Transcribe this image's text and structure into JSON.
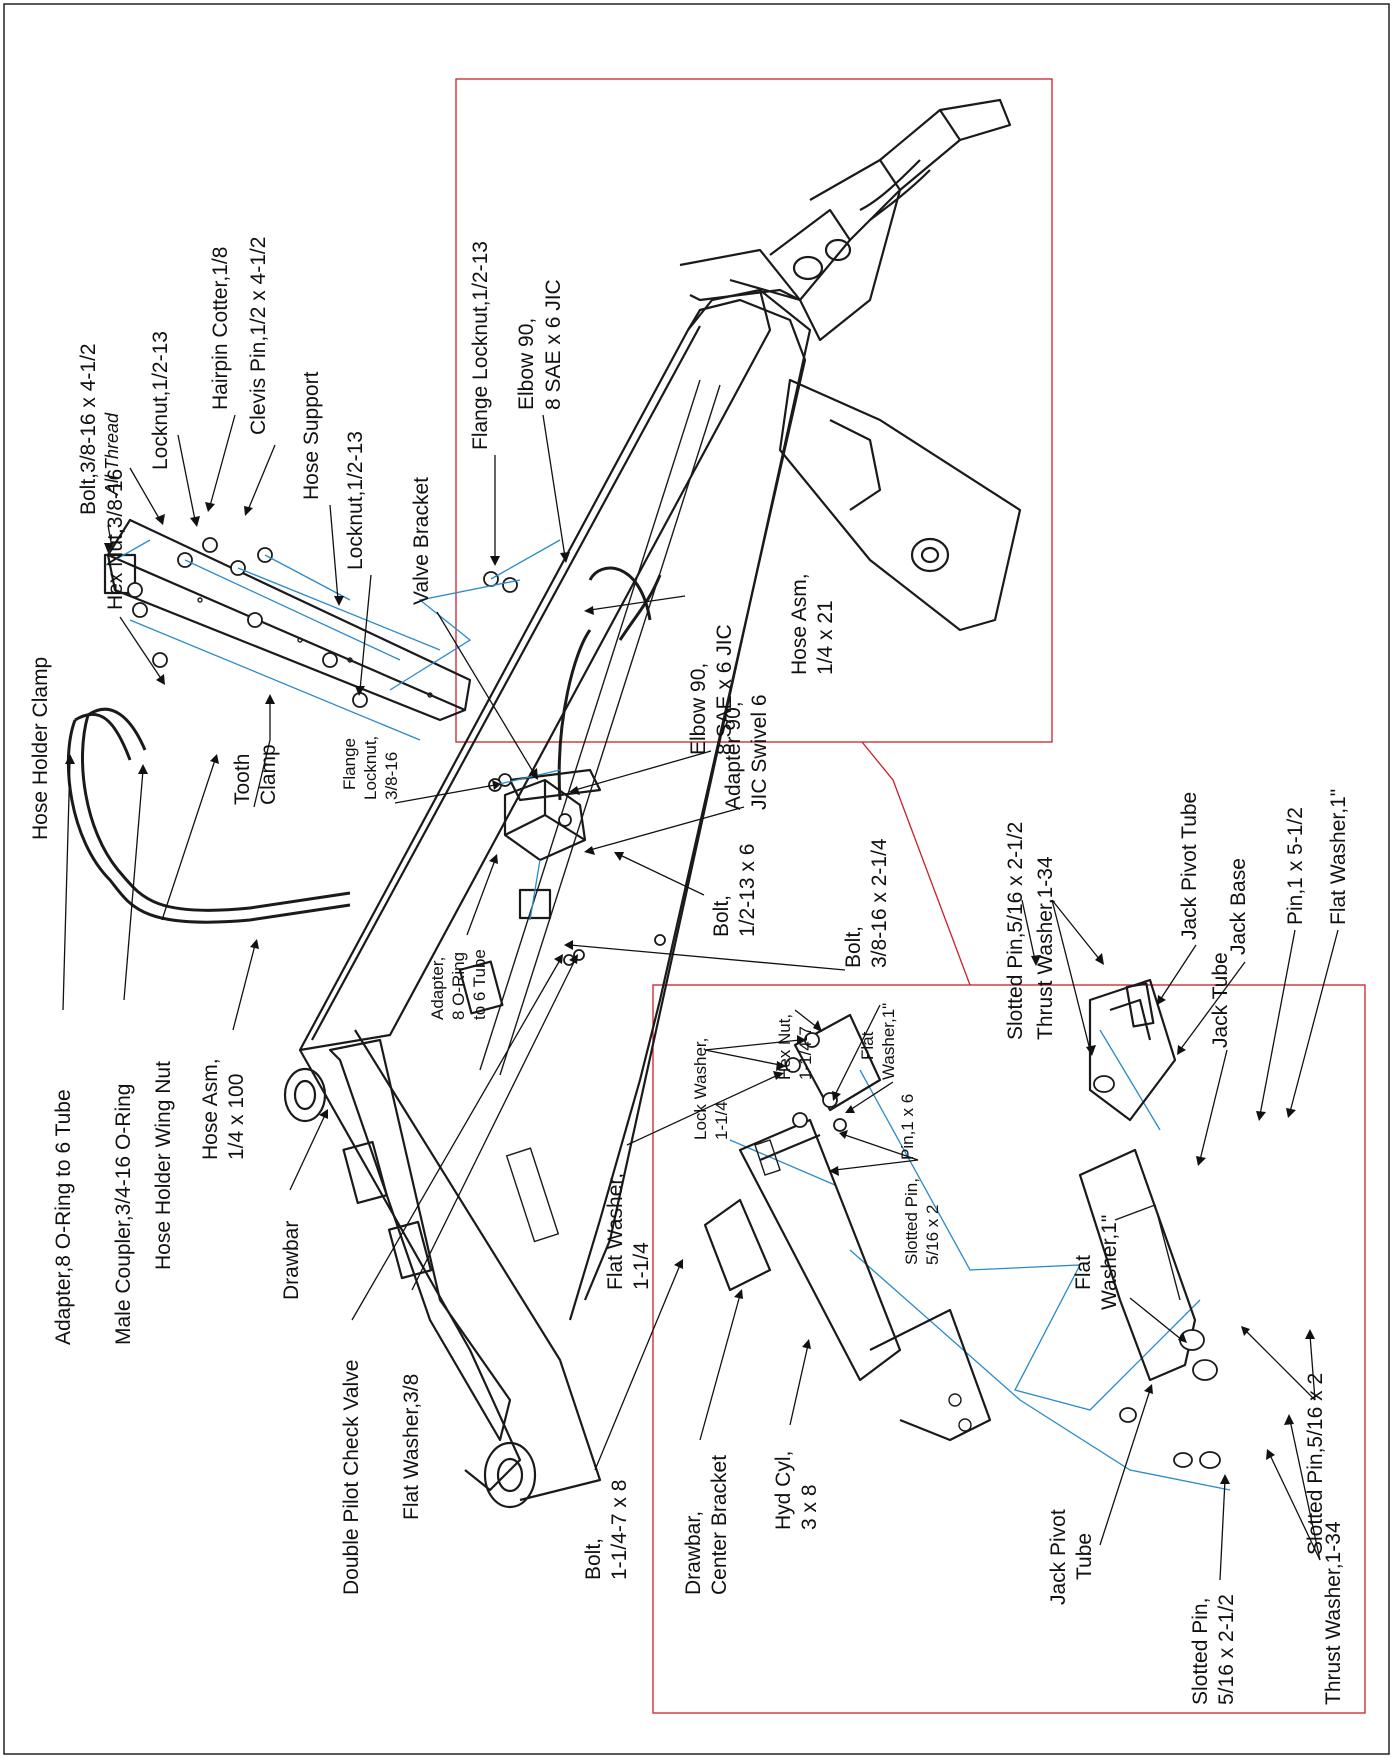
{
  "colors": {
    "detail_box": "#c8202a",
    "assembly_line": "#2b8ac9",
    "ink": "#111111"
  },
  "labels": {
    "bolt_3_8_16_x_4_1_2": "Bolt,3/8-16 x 4-1/2",
    "all_thread": "All Thread",
    "hex_nut_3_8_16": "Hex Nut,3/8-16",
    "locknut_1_2_13_top": "Locknut,1/2-13",
    "hairpin_cotter": "Hairpin Cotter,1/8",
    "clevis_pin": "Clevis Pin,1/2 x 4-1/2",
    "hose_support": "Hose Support",
    "locknut_1_2_13_lower": "Locknut,1/2-13",
    "flange_locknut_1_2_13": "Flange Locknut,1/2-13",
    "elbow_90_top_line1": "Elbow 90,",
    "elbow_90_top_line2": "8 SAE x 6 JIC",
    "valve_bracket": "Valve Bracket",
    "hose_holder_clamp": "Hose Holder Clamp",
    "hose_asm_21_line1": "Hose Asm,",
    "hose_asm_21_line2": "1/4 x 21",
    "elbow_90_mid_line1": "Elbow 90,",
    "elbow_90_mid_line2": "8 SAE x 6 JIC",
    "adapter_90_line1": "Adapter 90,",
    "adapter_90_line2": "JIC Swivel 6",
    "tooth_clamp_line1": "Tooth",
    "tooth_clamp_line2": "Clamp",
    "flange_locknut_3_8_line1": "Flange",
    "flange_locknut_3_8_line2": "Locknut,",
    "flange_locknut_3_8_line3": "3/8-16",
    "bolt_1_2_13_x_6_line1": "Bolt,",
    "bolt_1_2_13_x_6_line2": "1/2-13 x 6",
    "bolt_3_8_16_x_2_1_4_line1": "Bolt,",
    "bolt_3_8_16_x_2_1_4_line2": "3/8-16 x 2-1/4",
    "adapter_8_oring_line1": "Adapter,",
    "adapter_8_oring_line2": "8 O-Ring",
    "adapter_8_oring_line3": "to 6 Tube",
    "adapter_8_oring_to_6_tube": "Adapter,8 O-Ring to 6 Tube",
    "male_coupler": "Male Coupler,3/4-16 O-Ring",
    "hose_holder_wing_nut": "Hose Holder Wing Nut",
    "hose_asm_100_line1": "Hose Asm,",
    "hose_asm_100_line2": "1/4 x 100",
    "drawbar": "Drawbar",
    "double_pilot_check_valve": "Double Pilot Check Valve",
    "flat_washer_3_8": "Flat Washer,3/8",
    "bolt_1_1_4_line1": "Bolt,",
    "bolt_1_1_4_line2": "1-1/4-7 x 8",
    "drawbar_center_bracket_line1": "Drawbar,",
    "drawbar_center_bracket_line2": "Center Bracket",
    "hyd_cyl_line1": "Hyd Cyl,",
    "hyd_cyl_line2": "3 x 8",
    "flat_washer_1_1_4_line1": "Flat Washer,",
    "flat_washer_1_1_4_line2": "1-1/4",
    "lock_washer_line1": "Lock Washer,",
    "lock_washer_line2": "1-1/4",
    "hex_nut_1_1_4_line1": "Hex Nut,",
    "hex_nut_1_1_4_line2": "1-1/4-7",
    "flat_washer_1_a_line1": "Flat",
    "flat_washer_1_a_line2": "Washer,1\"",
    "pin_1_x_6_line1": "Pin,1 x 6",
    "slotted_pin_5_16_x_2_a_line1": "Slotted Pin,",
    "slotted_pin_5_16_x_2_a_line2": "5/16 x 2",
    "slotted_pin_5_16_x_2_1_2_top": "Slotted Pin,5/16 x 2-1/2",
    "thrust_washer_top": "Thrust Washer,1-34",
    "jack_pivot_tube_top": "Jack Pivot Tube",
    "jack_base": "Jack Base",
    "pin_1_x_5_1_2": "Pin,1 x 5-1/2",
    "flat_washer_1_top": "Flat Washer,1\"",
    "jack_tube": "Jack Tube",
    "flat_washer_1_b_line1": "Flat",
    "flat_washer_1_b_line2": "Washer,1\"",
    "slotted_pin_5_16_x_2_b": "Slotted Pin,5/16 x 2",
    "jack_pivot_tube_bottom_line1": "Jack Pivot",
    "jack_pivot_tube_bottom_line2": "Tube",
    "slotted_pin_bottom_line1": "Slotted Pin,",
    "slotted_pin_bottom_line2": "5/16 x 2-1/2",
    "thrust_washer_bottom": "Thrust Washer,1-34"
  }
}
